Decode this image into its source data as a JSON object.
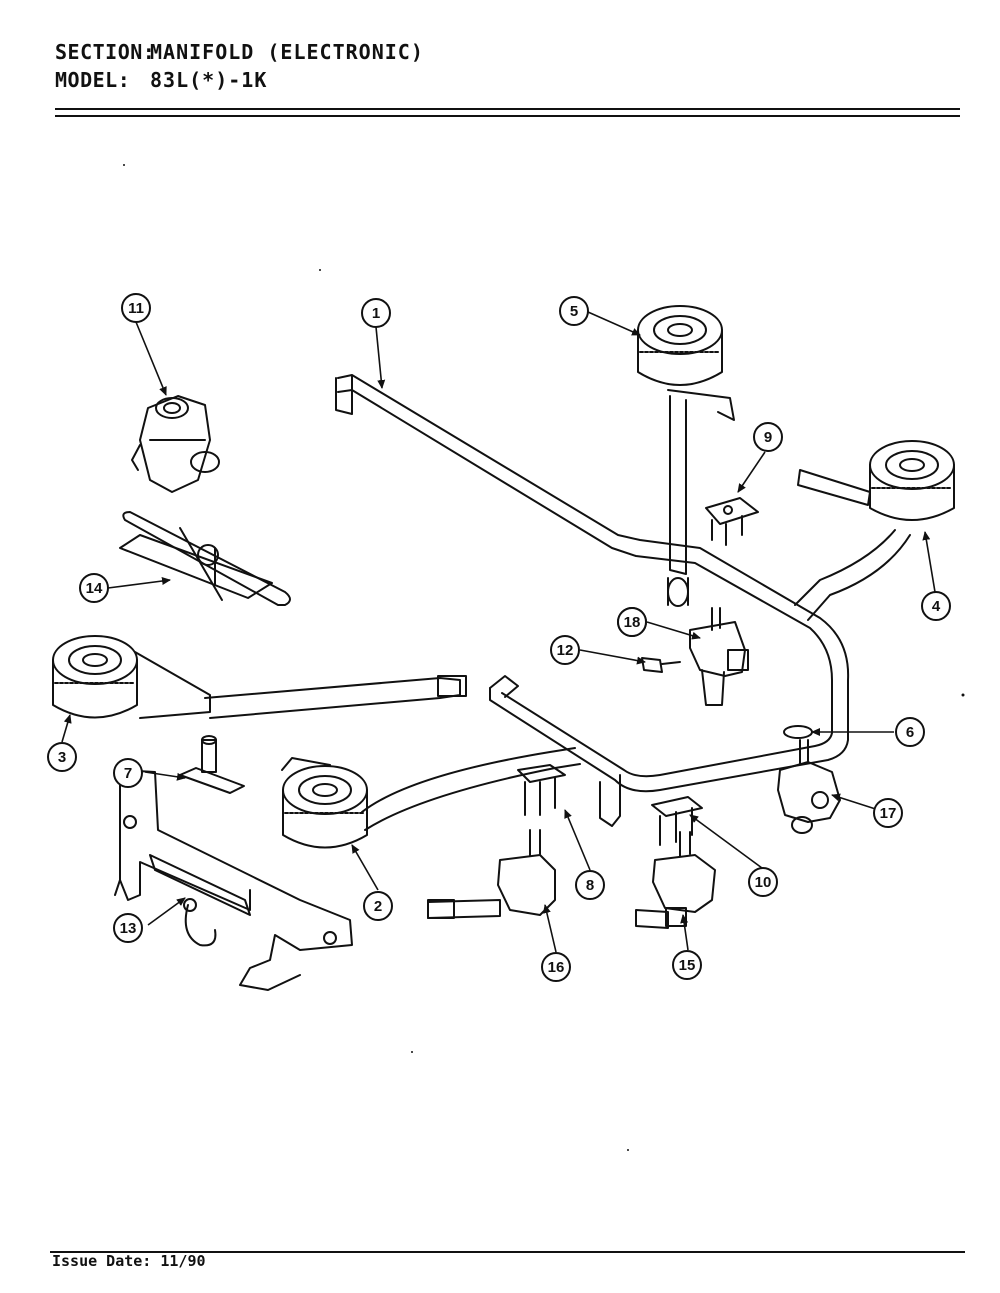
{
  "header": {
    "section_label": "SECTION:",
    "section_value": "MANIFOLD (ELECTRONIC)",
    "model_label": "MODEL:",
    "model_value": "83L(*)-1K"
  },
  "callouts": [
    "1",
    "2",
    "3",
    "4",
    "5",
    "6",
    "7",
    "8",
    "9",
    "10",
    "11",
    "12",
    "13",
    "14",
    "15",
    "16",
    "17",
    "18",
    "18"
  ],
  "footer": {
    "issue_date": "Issue Date: 11/90"
  }
}
